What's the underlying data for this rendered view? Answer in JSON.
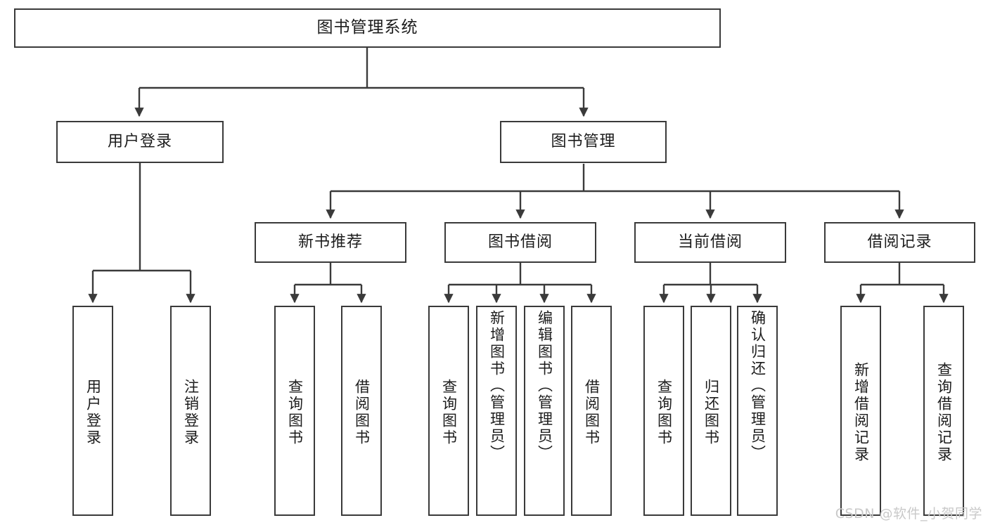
{
  "diagram": {
    "title": "图书管理系统",
    "watermark": "CSDN @软件_小贺同学",
    "stroke_color": "#3a3a3a",
    "text_color": "#1c1c1c",
    "background": "#ffffff",
    "root": {
      "label": "图书管理系统"
    },
    "level2": [
      {
        "label": "用户登录"
      },
      {
        "label": "图书管理"
      }
    ],
    "level3": [
      {
        "label": "新书推荐"
      },
      {
        "label": "图书借阅"
      },
      {
        "label": "当前借阅"
      },
      {
        "label": "借阅记录"
      }
    ],
    "leaves": {
      "user_login": [
        {
          "label": "用户登录"
        },
        {
          "label": "注销登录"
        }
      ],
      "new_book": [
        {
          "label": "查询图书"
        },
        {
          "label": "借阅图书"
        }
      ],
      "book_borrow": [
        {
          "label": "查询图书"
        },
        {
          "label": "新增图书（管理员）"
        },
        {
          "label": "编辑图书（管理员）"
        },
        {
          "label": "借阅图书"
        }
      ],
      "current_borrow": [
        {
          "label": "查询图书"
        },
        {
          "label": "归还图书"
        },
        {
          "label": "确认归还（管理员）"
        }
      ],
      "borrow_record": [
        {
          "label": "新增借阅记录"
        },
        {
          "label": "查询借阅记录"
        }
      ]
    }
  }
}
